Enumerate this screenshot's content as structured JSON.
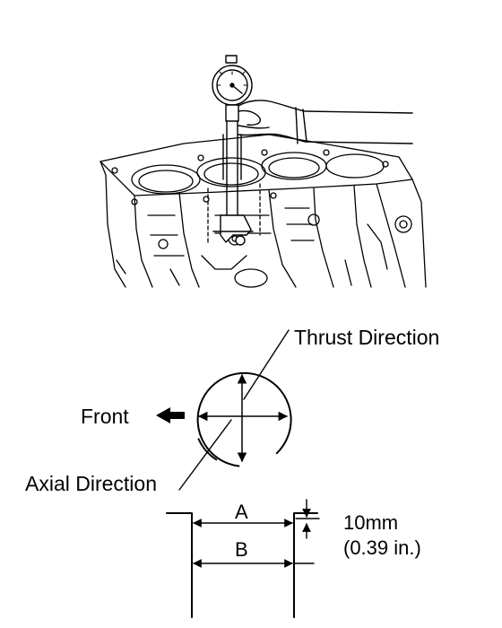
{
  "labels": {
    "thrust_direction": "Thrust Direction",
    "front": "Front",
    "axial_direction": "Axial Direction",
    "dim_a": "A",
    "dim_b": "B",
    "offset_mm": "10mm",
    "offset_in": "(0.39 in.)"
  },
  "colors": {
    "ink": "#000000",
    "background": "#ffffff"
  }
}
